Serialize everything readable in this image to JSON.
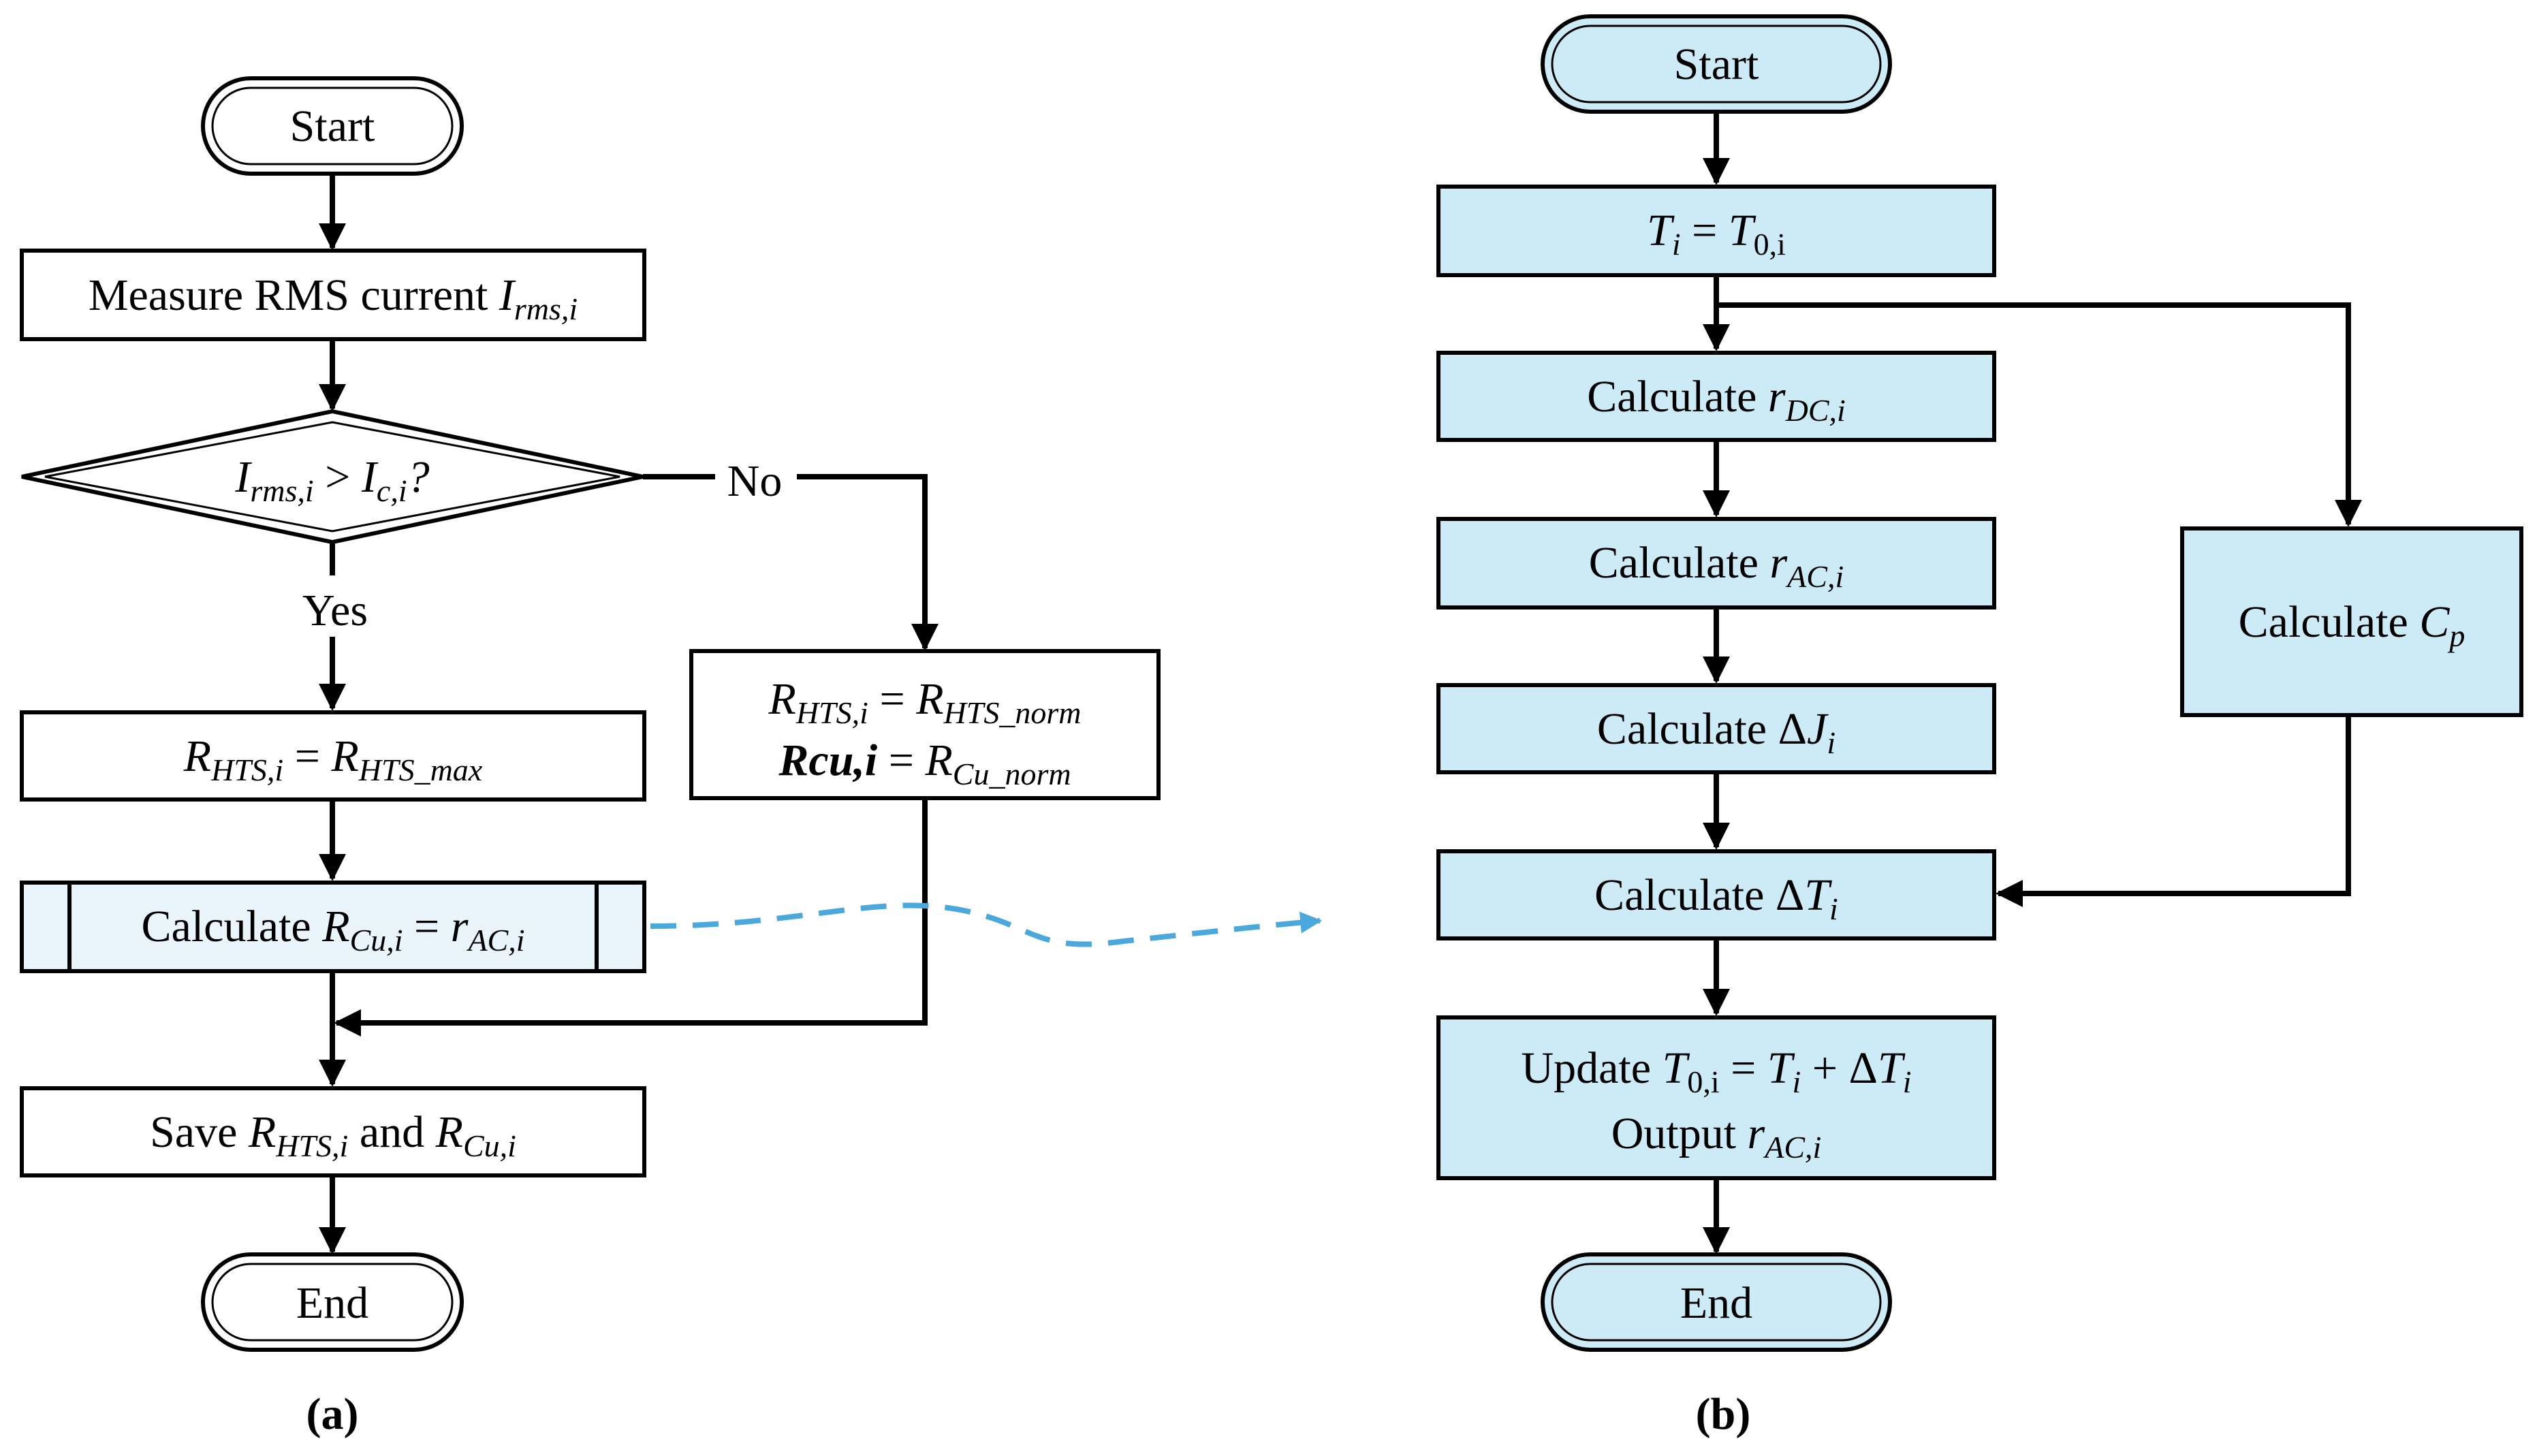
{
  "colors": {
    "box_fill_b": "#cdeaf7",
    "accent_arrow": "#4aa8dc",
    "subroutine_fill": "#e9f5fb",
    "stroke": "#000000"
  },
  "panel_a": {
    "start": "Start",
    "measure": "Measure RMS current I_rms,i",
    "decision": "I_rms,i > I_c,i?",
    "no_label": "No",
    "yes_label": "Yes",
    "hts_max": "R_HTS,i = R_HTS_max",
    "norm_line1": "R_HTS,i = R_HTS_norm",
    "norm_line2": "Rcu,i = R_Cu_norm",
    "calc_rcu": "Calculate R_Cu,i = r_AC,i",
    "save": "Save R_HTS,i and R_Cu,i",
    "end": "End",
    "caption": "(a)"
  },
  "panel_b": {
    "start": "Start",
    "init": "T_i = T_0,i",
    "calc_rdc": "Calculate r_DC,i",
    "calc_rac": "Calculate r_AC,i",
    "calc_dj": "Calculate ΔJ_i",
    "calc_dt": "Calculate ΔT_i",
    "calc_cp": "Calculate C_p",
    "update_line1": "Update T_0,i = T_i + ΔT_i",
    "update_line2": "Output r_AC,i",
    "end": "End",
    "caption": "(b)"
  }
}
